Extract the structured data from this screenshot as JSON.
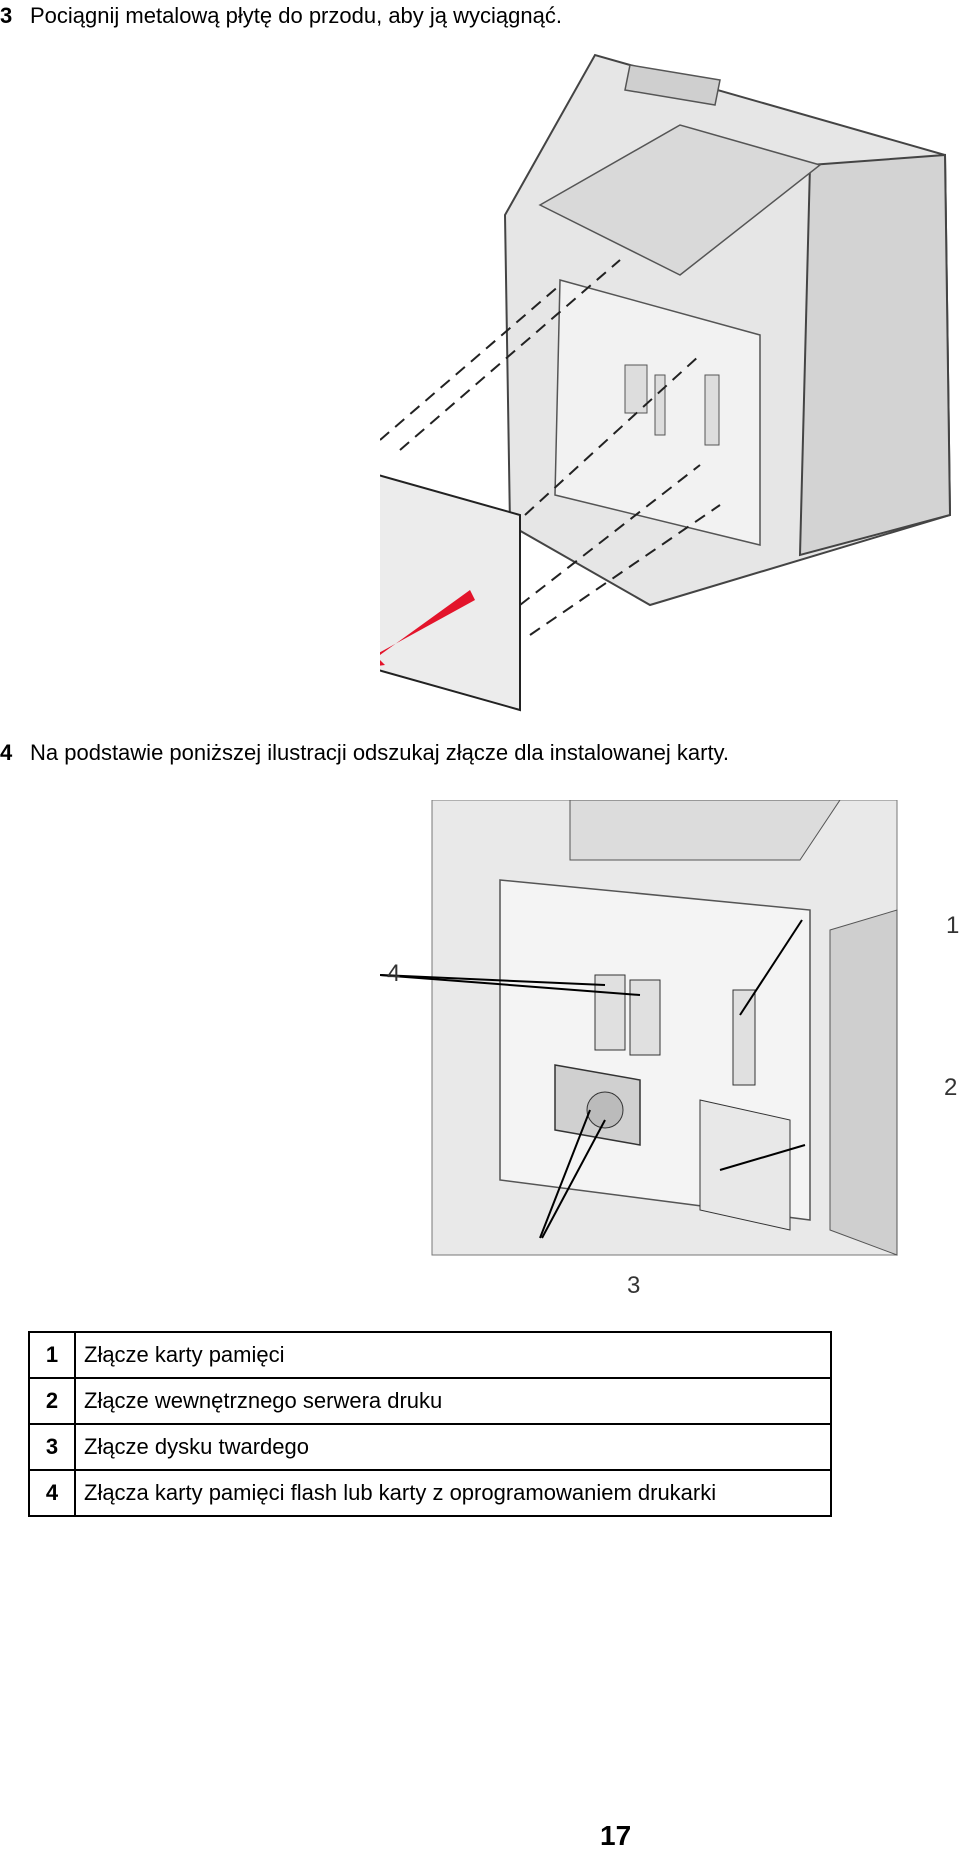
{
  "steps": [
    {
      "number": "3",
      "text": "Pociągnij metalową płytę do przodu, aby ją wyciągnąć."
    },
    {
      "number": "4",
      "text": "Na podstawie poniższej ilustracji odszukaj złącze dla instalowanej karty."
    }
  ],
  "figure2": {
    "callouts": [
      "1",
      "2",
      "3",
      "4"
    ]
  },
  "legend": [
    {
      "number": "1",
      "label": "Złącze karty pamięci"
    },
    {
      "number": "2",
      "label": "Złącze wewnętrznego serwera druku"
    },
    {
      "number": "3",
      "label": "Złącze dysku twardego"
    },
    {
      "number": "4",
      "label": "Złącza karty pamięci flash lub karty z oprogramowaniem drukarki"
    }
  ],
  "page_number": "17"
}
